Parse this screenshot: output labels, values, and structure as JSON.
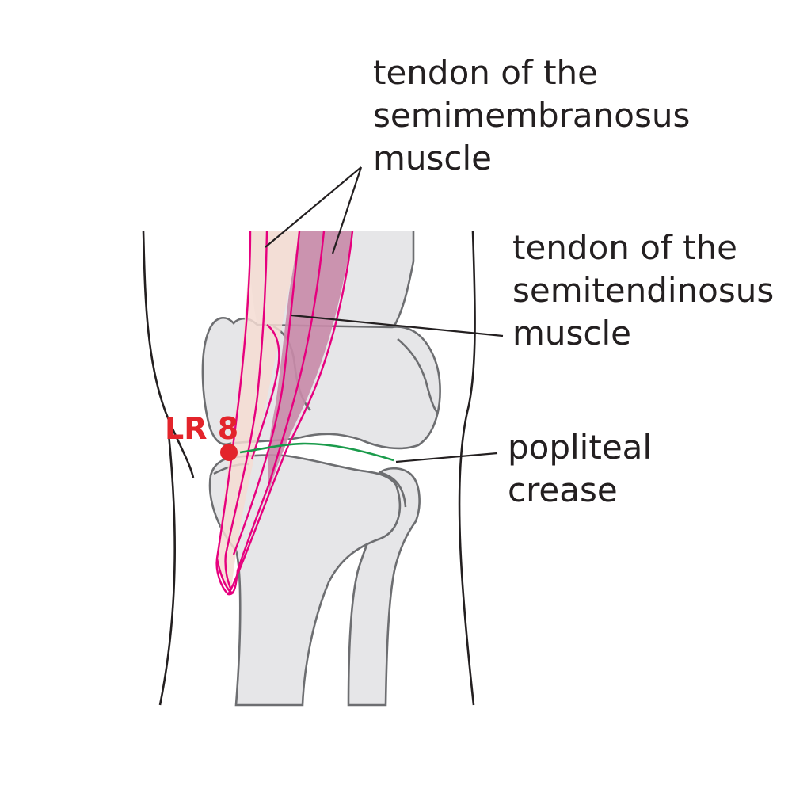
{
  "labels": {
    "semimembranosus": {
      "line1": "tendon of the",
      "line2": "semimembranosus",
      "line3": "muscle"
    },
    "semitendinosus": {
      "line1": "tendon of the",
      "line2": "semitendinosus",
      "line3": "muscle"
    },
    "crease": {
      "line1": "popliteal",
      "line2": "crease"
    }
  },
  "point": {
    "label": "LR 8"
  },
  "colors": {
    "outline": "#231f20",
    "bone_fill": "#e6e6e8",
    "bone_stroke": "#6d6e71",
    "tendon_stroke": "#e6007e",
    "semimembranosus_fill": "#c88aa8",
    "semitendinosus_fill": "#f5dcd2",
    "crease": "#1a9b4b",
    "point": "#e3242b"
  }
}
